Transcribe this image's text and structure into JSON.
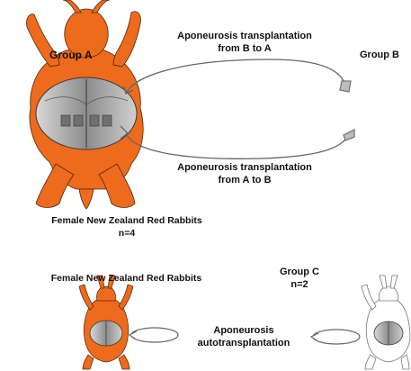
{
  "figure": {
    "group_a_label": "Group A",
    "group_b_label": "Group B",
    "transplant_b_to_a": [
      "Aponeurosis transplantation",
      "from B to A"
    ],
    "transplant_a_to_b": [
      "Aponeurosis transplantation",
      "from A to B"
    ],
    "top_population": [
      "Female New Zealand Red Rabbits",
      "n=4"
    ],
    "bottom_population": "Female New Zealand Red Rabbits",
    "group_c": [
      "Group C",
      "n=2"
    ],
    "autotransplant": [
      "Aponeurosis",
      "autotransplantation"
    ],
    "colors": {
      "rabbit_fur": "#ee6a1c",
      "aponeurosis": "#9a9a9a",
      "outline": "#3a3a3a",
      "text": "#111111"
    }
  }
}
